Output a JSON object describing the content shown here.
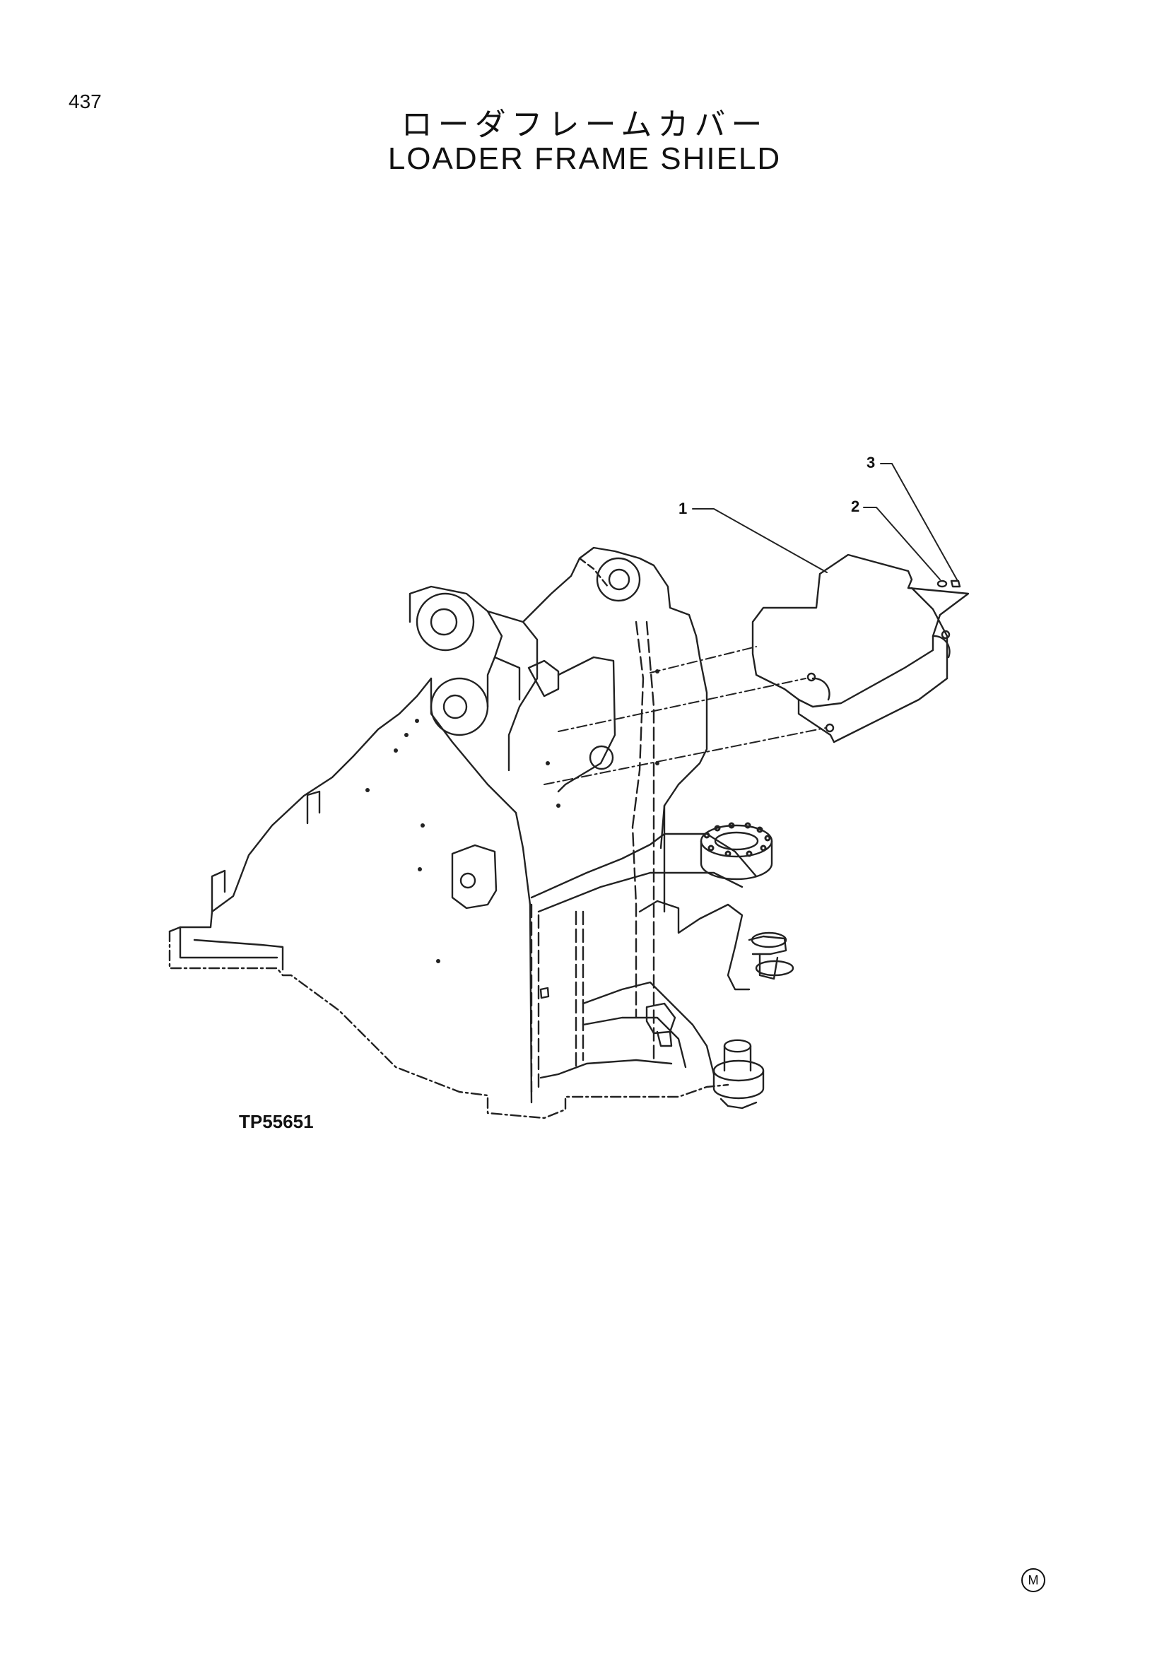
{
  "page": {
    "number": "437",
    "title_jp": "ローダフレームカバー",
    "title_en": "LOADER FRAME SHIELD",
    "figure_code": "TP55651",
    "corner_mark": "M"
  },
  "callouts": [
    {
      "id": "1",
      "label": "1"
    },
    {
      "id": "2",
      "label": "2"
    },
    {
      "id": "3",
      "label": "3"
    }
  ]
}
